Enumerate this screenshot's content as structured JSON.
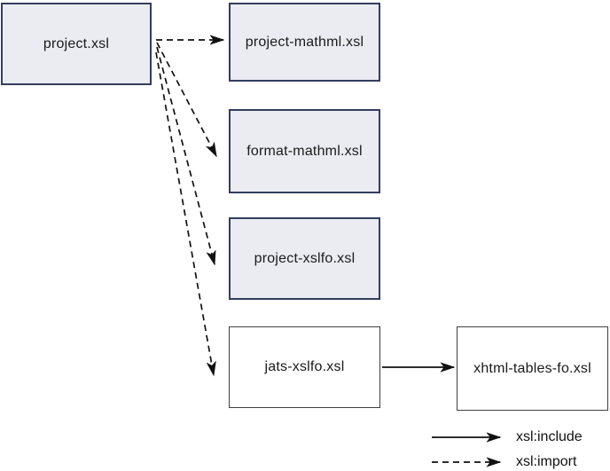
{
  "diagram": {
    "nodes": [
      {
        "id": "project",
        "label": "project.xsl",
        "shaded": true
      },
      {
        "id": "project-mathml",
        "label": "project-mathml.xsl",
        "shaded": true
      },
      {
        "id": "format-mathml",
        "label": "format-mathml.xsl",
        "shaded": true
      },
      {
        "id": "project-xslfo",
        "label": "project-xslfo.xsl",
        "shaded": true
      },
      {
        "id": "jats-xslfo",
        "label": "jats-xslfo.xsl",
        "shaded": false
      },
      {
        "id": "xhtml-tables-fo",
        "label": "xhtml-tables-fo.xsl",
        "shaded": false
      }
    ],
    "edges": [
      {
        "from": "project.xsl",
        "to": "project-mathml.xsl",
        "relation": "xsl:import",
        "style": "dashed"
      },
      {
        "from": "project.xsl",
        "to": "format-mathml.xsl",
        "relation": "xsl:import",
        "style": "dashed"
      },
      {
        "from": "project.xsl",
        "to": "project-xslfo.xsl",
        "relation": "xsl:import",
        "style": "dashed"
      },
      {
        "from": "project.xsl",
        "to": "jats-xslfo.xsl",
        "relation": "xsl:import",
        "style": "dashed"
      },
      {
        "from": "jats-xslfo.xsl",
        "to": "xhtml-tables-fo.xsl",
        "relation": "xsl:include",
        "style": "solid"
      }
    ],
    "legend": {
      "include_label": "xsl:include",
      "import_label": "xsl:import"
    },
    "colors": {
      "background": "#ffffff",
      "shaded_node_fill": "#eaecf2",
      "shaded_node_border": "#333d5e",
      "plain_node_fill": "#ffffff",
      "plain_node_border": "#414141",
      "arrow": "#111111",
      "text": "#1a1a1a"
    }
  }
}
